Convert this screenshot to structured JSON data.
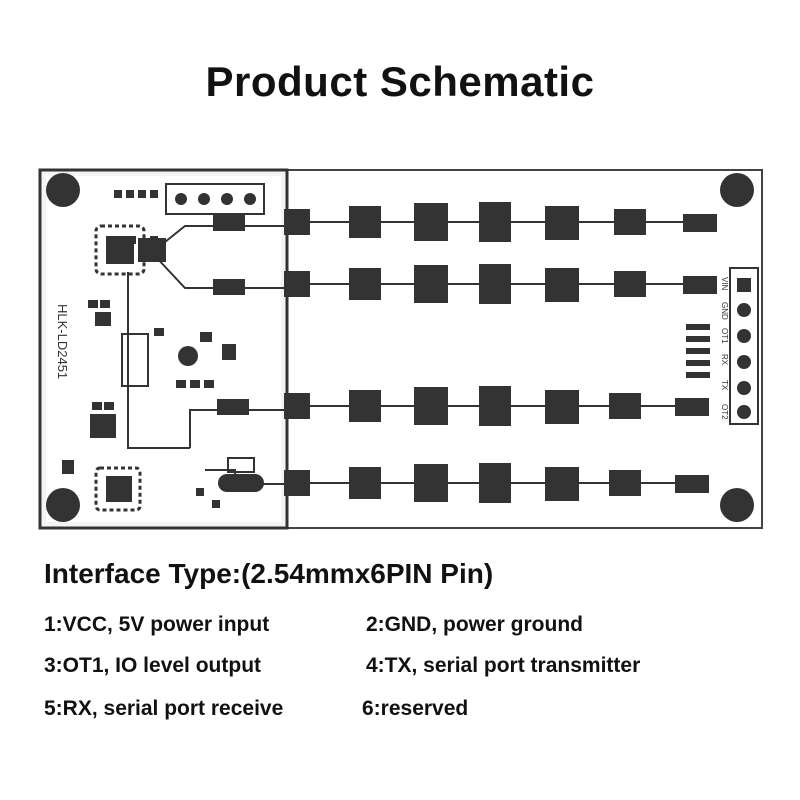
{
  "title": "Product Schematic",
  "board": {
    "model_label": "HLK-LD2451",
    "pin_labels": [
      "VIN",
      "GND",
      "OT1",
      "RX",
      "TX",
      "OT2"
    ]
  },
  "interface": {
    "heading": "Interface Type:(2.54mmx6PIN Pin)",
    "pins": [
      "1:VCC, 5V power input",
      "2:GND, power ground",
      "3:OT1, IO level output",
      "4:TX, serial port transmitter",
      "5:RX, serial port receive",
      "6:reserved"
    ]
  },
  "colors": {
    "ink": "#111111",
    "pad": "#3a3a3a",
    "board_edge": "#444444",
    "board_fill": "#ffffff"
  }
}
